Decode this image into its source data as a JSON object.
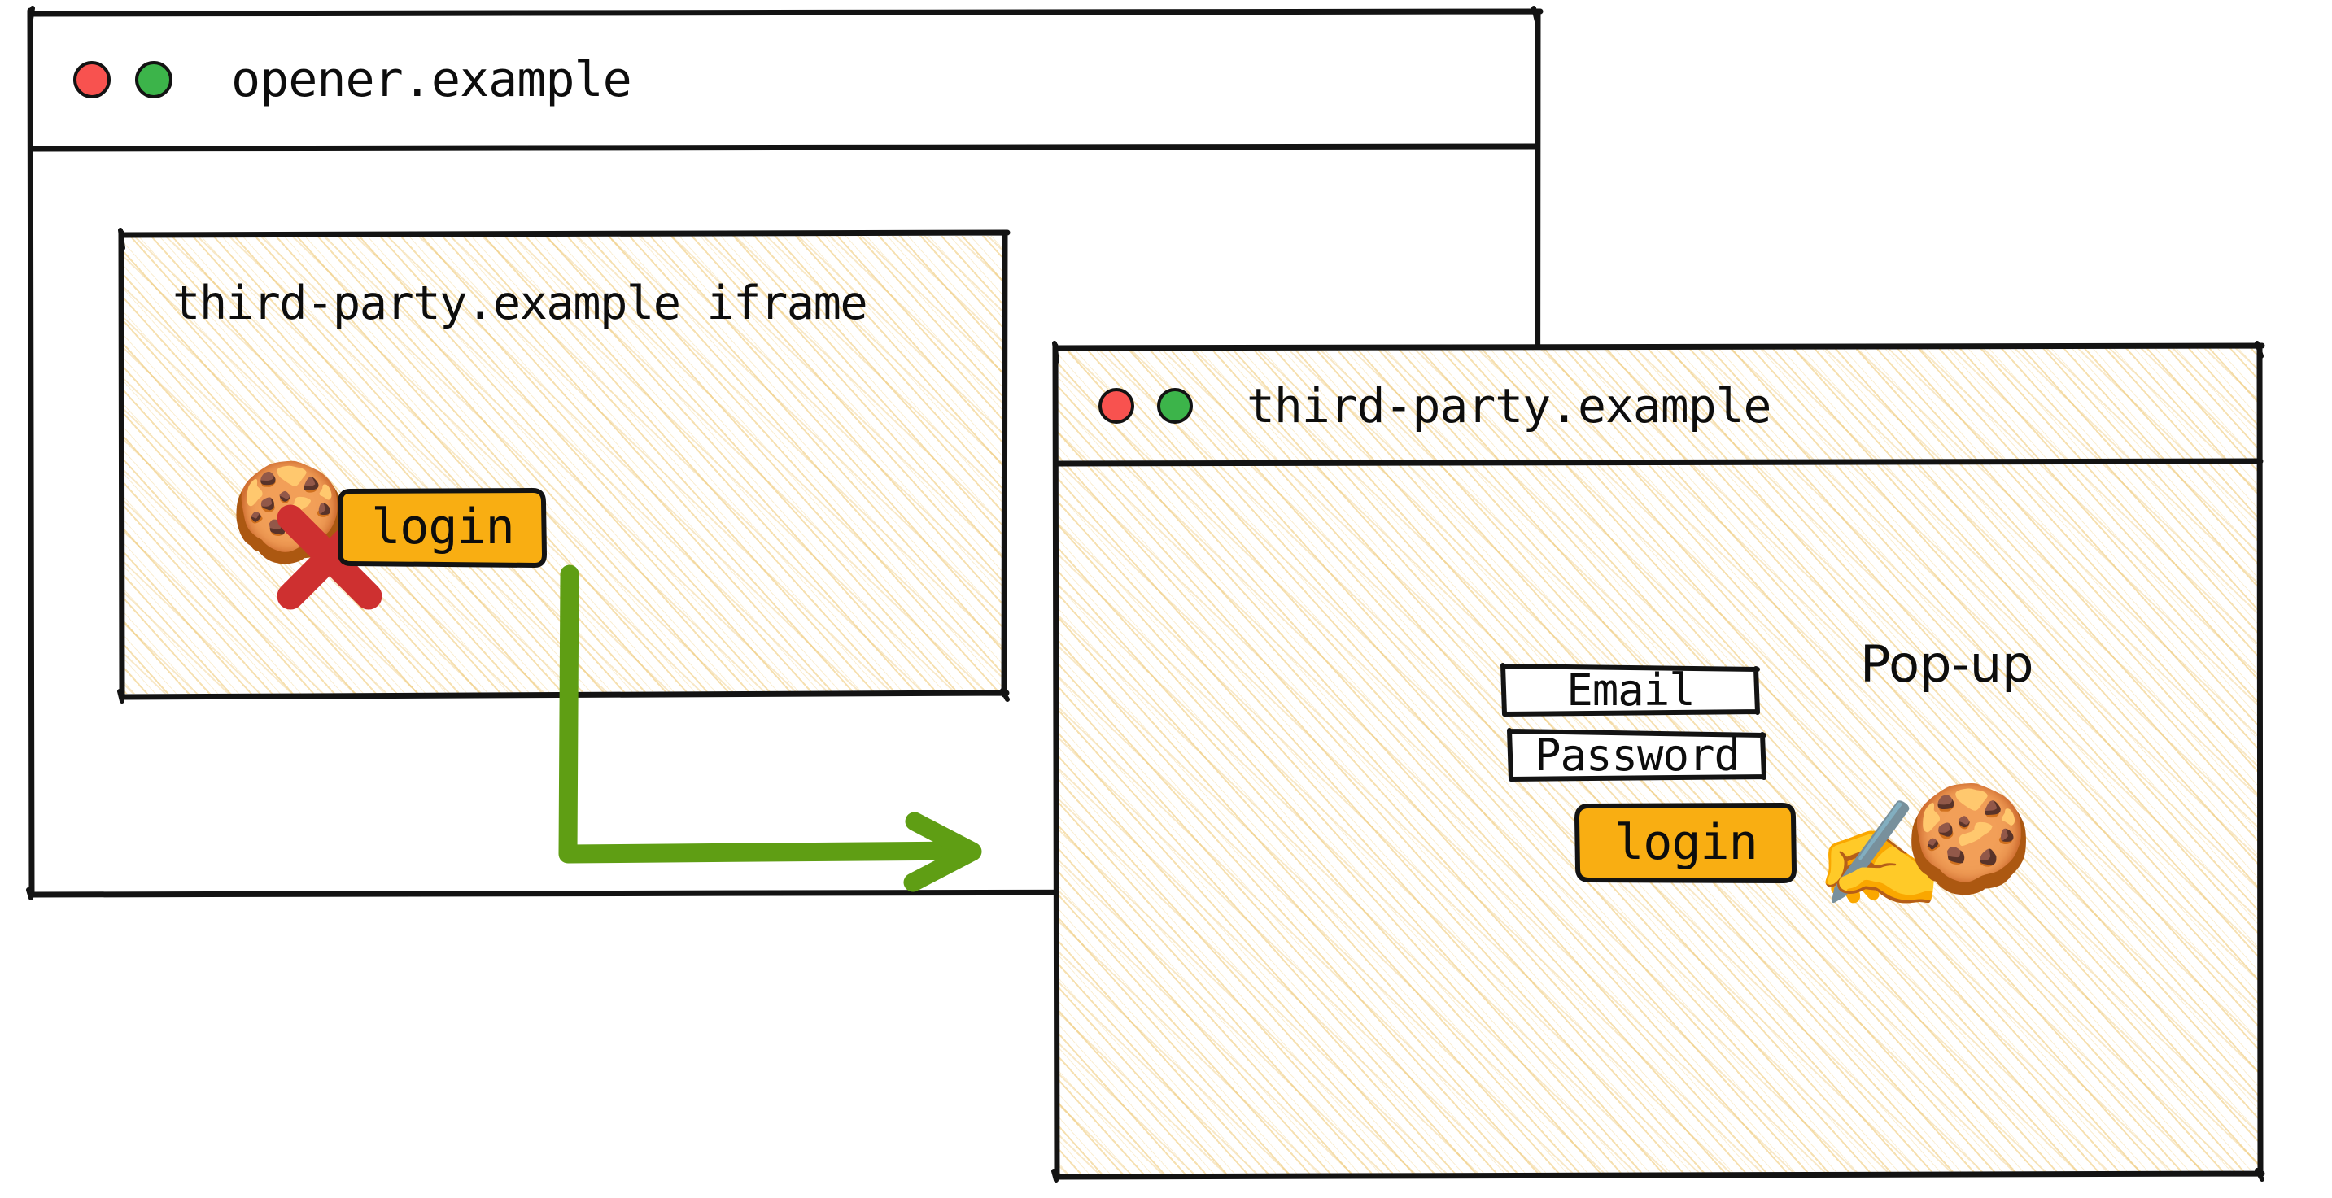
{
  "opener_window": {
    "title": "opener.example",
    "controls": [
      {
        "name": "close-dot",
        "color": "#f8524f"
      },
      {
        "name": "maximize-dot",
        "color": "#3cb44a"
      }
    ],
    "iframe": {
      "label": "third-party.example iframe",
      "cookie_icon": "🍪",
      "cookie_blocked_icon": "cross-mark",
      "login_button": "login"
    }
  },
  "popup_window": {
    "title": "third-party.example",
    "annotation": "Pop-up",
    "controls": [
      {
        "name": "close-dot",
        "color": "#f8524f"
      },
      {
        "name": "maximize-dot",
        "color": "#3cb44a"
      }
    ],
    "fields": [
      {
        "name": "email-field",
        "label": "Email"
      },
      {
        "name": "password-field",
        "label": "Password"
      }
    ],
    "login_button": "login",
    "writing_hand_icon": "✍",
    "cookie_icon": "🍪"
  },
  "flow": {
    "arrow_label": "",
    "arrow_color": "#5f9e14",
    "from": "iframe-login-button",
    "to": "popup-window"
  },
  "colors": {
    "accent_orange": "#f9ae12",
    "arrow_green": "#5f9e14",
    "blocked_red": "#ce3030",
    "dot_red": "#f8524f",
    "dot_green": "#3cb44a",
    "ink": "#131313",
    "hatch_tan": "#eec470"
  }
}
